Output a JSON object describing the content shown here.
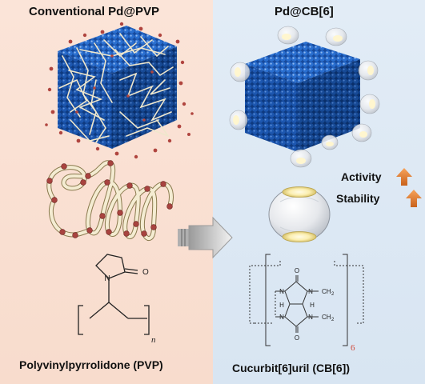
{
  "left": {
    "title": "Conventional Pd@PVP",
    "caption": "Polyvinylpyrrolidone (PVP)",
    "formula_subscript": "n",
    "atom_N": "N",
    "atom_O": "O"
  },
  "right": {
    "title": "Pd@CB[6]",
    "caption": "Cucurbit[6]uril (CB[6])",
    "activity_label": "Activity",
    "stability_label": "Stability",
    "formula_subscript": "6",
    "atoms": {
      "O": "O",
      "N": "N",
      "H": "H",
      "methylene": "CH",
      "methylene_sub": "2"
    }
  },
  "colors": {
    "left_bg": "#f8dccd",
    "right_bg": "#dce7f3",
    "cube_blue": "#1e5bb5",
    "polymer_strand": "#f2ead0",
    "polymer_bead": "#a8433f",
    "up_arrow": "#e07a2e",
    "transfer_arrow": "#c9c9c9",
    "subscript_red": "#d04a3a"
  }
}
